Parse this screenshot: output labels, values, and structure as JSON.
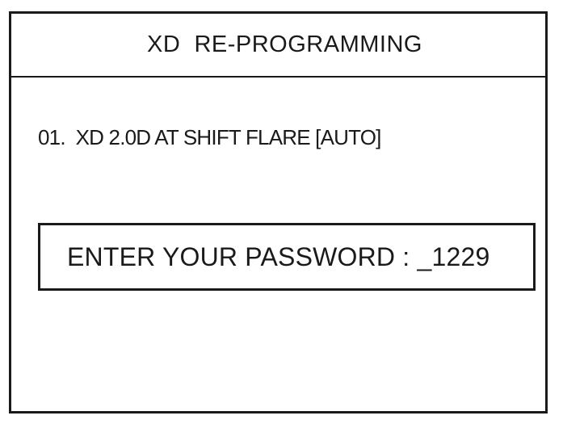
{
  "screen": {
    "title": "XD  RE-PROGRAMMING",
    "menu_item": "01.  XD 2.0D AT SHIFT FLARE [AUTO]",
    "password_prompt": {
      "label": "ENTER YOUR PASSWORD : ",
      "value": "_1229"
    }
  },
  "colors": {
    "foreground": "#1a1a1a",
    "background": "#ffffff"
  }
}
